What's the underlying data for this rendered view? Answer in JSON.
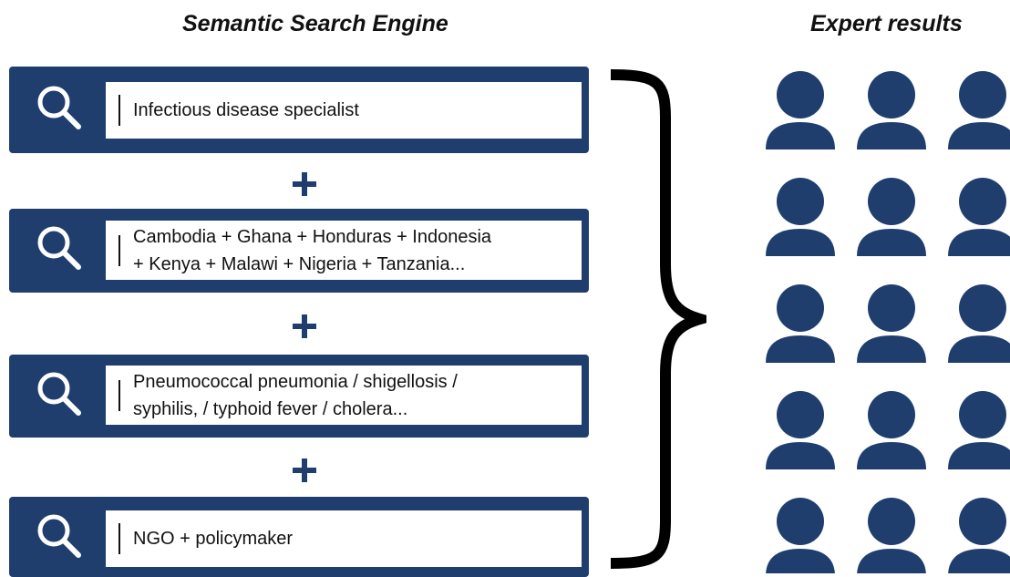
{
  "headings": {
    "left": "Semantic Search Engine",
    "right": "Expert results"
  },
  "colors": {
    "accent": "#1f3e6e",
    "text": "#111111",
    "background": "#ffffff"
  },
  "search_rows": [
    {
      "icon": "search-icon",
      "lines": [
        "Infectious disease specialist"
      ]
    },
    {
      "icon": "search-icon",
      "lines": [
        "Cambodia + Ghana + Honduras + Indonesia",
        "+ Kenya + Malawi + Nigeria + Tanzania..."
      ]
    },
    {
      "icon": "search-icon",
      "lines": [
        "Pneumococcal pneumonia / shigellosis /",
        "syphilis, / typhoid fever / cholera..."
      ]
    },
    {
      "icon": "search-icon",
      "lines": [
        "NGO + policymaker"
      ]
    }
  ],
  "connector_icon": "plus-icon",
  "grouping_icon": "curly-brace-icon",
  "expert_results": {
    "icon": "person-icon",
    "rows": 5,
    "columns": 3
  }
}
